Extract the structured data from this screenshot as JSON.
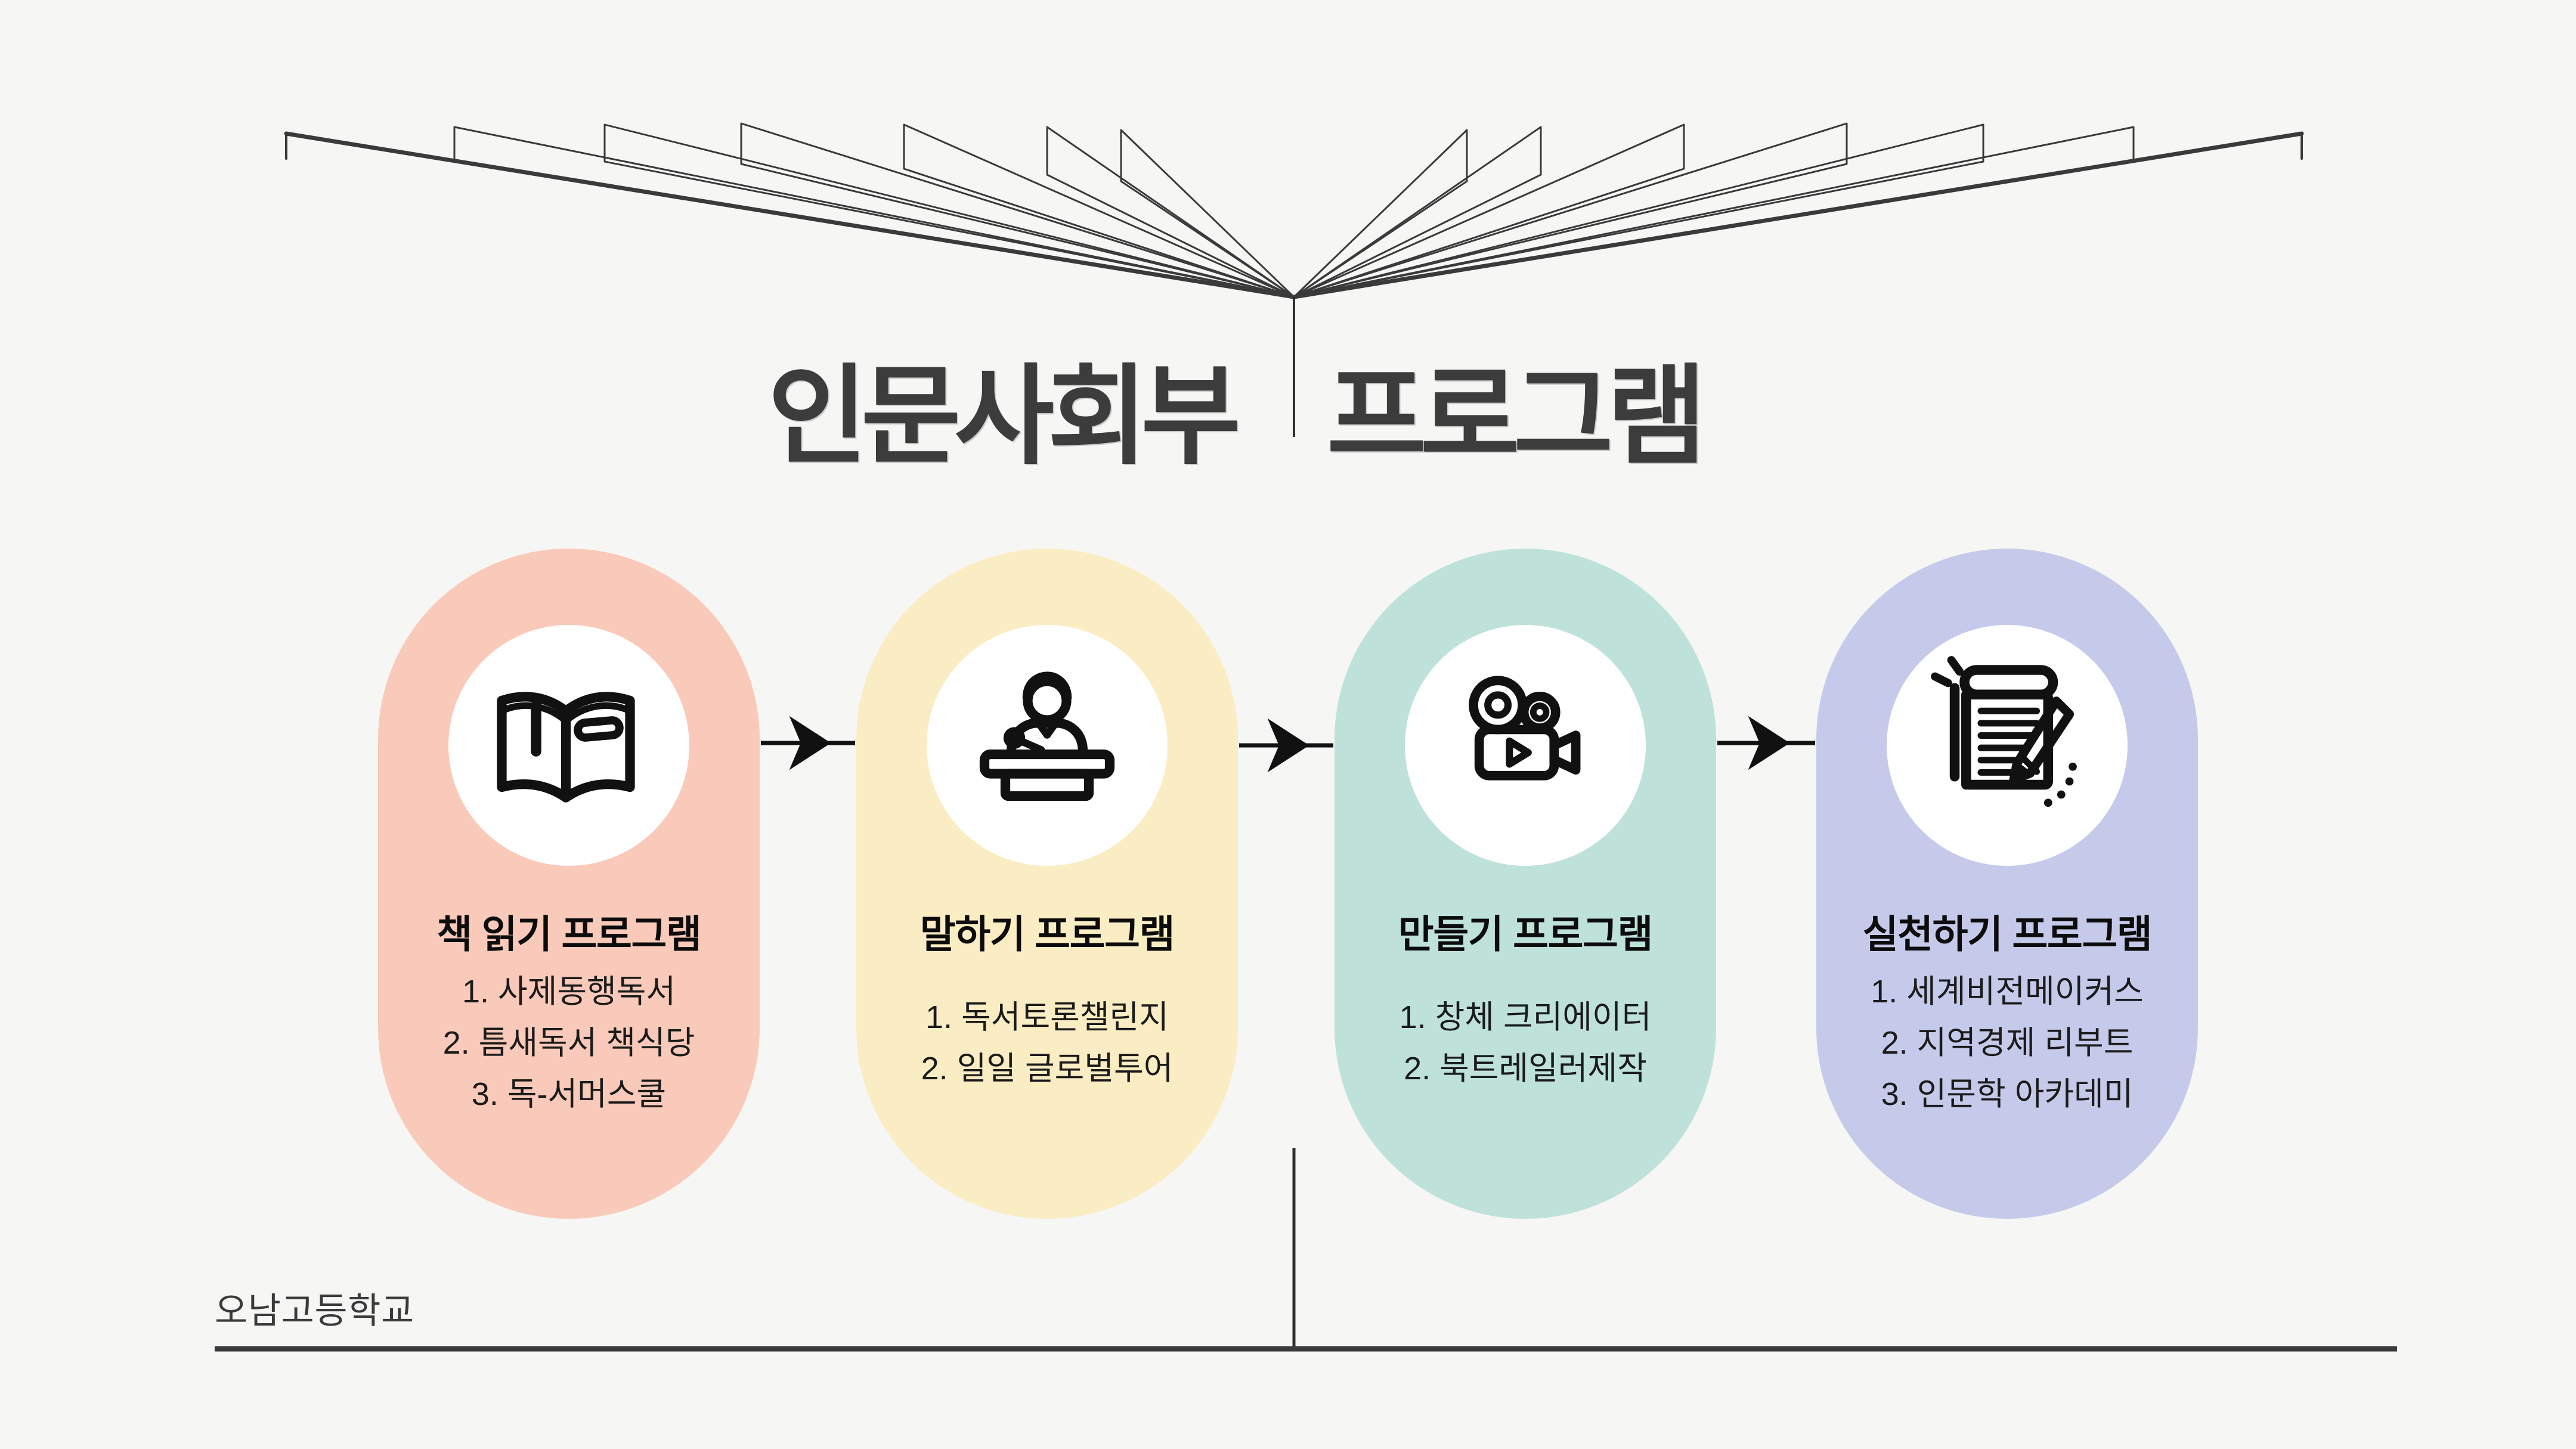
{
  "page": {
    "background_color": "#F6F6F4"
  },
  "title": {
    "full": "인문사회부 프로그램",
    "word1": "인문사회부",
    "word2": "프로그램"
  },
  "cards": [
    {
      "title": "책 읽기 프로그램",
      "icon": "open-book-icon",
      "color": "#F9C9B9",
      "items": [
        "1. 사제동행독서",
        "2. 틈새독서 책식당",
        "3. 독-서머스쿨"
      ]
    },
    {
      "title": "말하기 프로그램",
      "icon": "podium-speaker-icon",
      "color": "#FBEDC3",
      "items": [
        "1. 독서토론챌린지",
        "2. 일일 글로벌투어"
      ]
    },
    {
      "title": "만들기 프로그램",
      "icon": "video-camera-icon",
      "color": "#BEE2D9",
      "items": [
        "1. 창체 크리에이터",
        "2. 북트레일러제작"
      ]
    },
    {
      "title": "실천하기 프로그램",
      "icon": "scroll-pencil-icon",
      "color": "#C6CAEA",
      "items": [
        "1. 세계비전메이커스",
        "2. 지역경제 리부트",
        "3. 인문학 아카데미"
      ]
    }
  ],
  "footer": {
    "school": "오남고등학교"
  },
  "colors": {
    "background": "#F6F6F4",
    "card_pink": "#F9C9B9",
    "card_yellow": "#FBEDC3",
    "card_teal": "#BEE2D9",
    "card_purple": "#C6CAEA",
    "line_dark": "#3A3A3A",
    "icon_stroke": "#111111",
    "title_text": "#3C3C3C",
    "card_title_text": "#0C0C0C",
    "list_text": "#1B1B1B"
  }
}
